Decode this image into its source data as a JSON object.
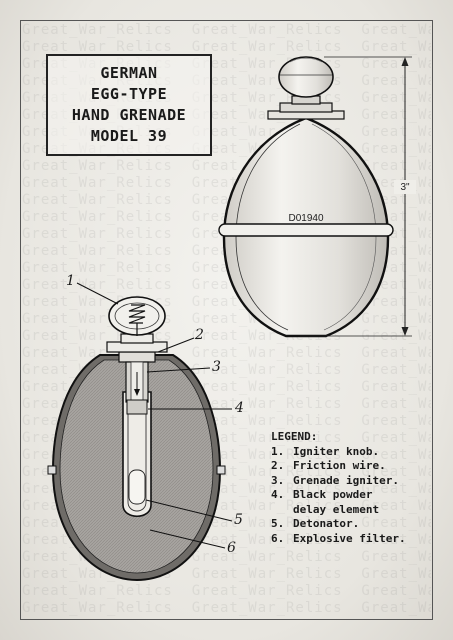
{
  "watermark": "Great_War_Relics",
  "title": {
    "lines": [
      "GERMAN",
      "EGG-TYPE",
      "HAND GRENADE",
      "MODEL 39"
    ]
  },
  "exterior": {
    "serial": "D01940",
    "height_label": "3\""
  },
  "callouts": [
    "1",
    "2",
    "3",
    "4",
    "5",
    "6"
  ],
  "legend": {
    "heading": "LEGEND:",
    "items": [
      {
        "num": "1.",
        "lines": [
          "Igniter knob."
        ]
      },
      {
        "num": "2.",
        "lines": [
          "Friction wire."
        ]
      },
      {
        "num": "3.",
        "lines": [
          "Grenade igniter."
        ]
      },
      {
        "num": "4.",
        "lines": [
          "Black powder",
          "delay element"
        ]
      },
      {
        "num": "5.",
        "lines": [
          "Detonator."
        ]
      },
      {
        "num": "6.",
        "lines": [
          "Explosive filter."
        ]
      }
    ]
  },
  "colors": {
    "ink": "#1a1a1a",
    "fill": "#9d9a96",
    "paper": "#f3f2ee"
  }
}
